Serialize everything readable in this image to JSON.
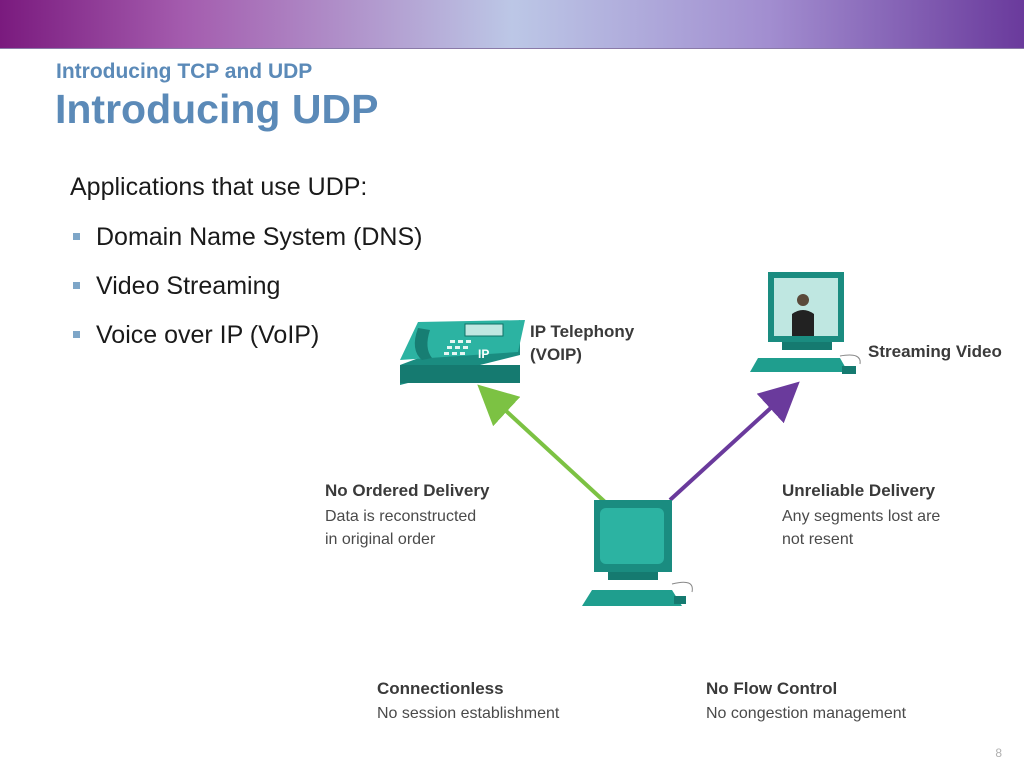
{
  "header": {
    "subtitle": "Introducing TCP and UDP",
    "title": "Introducing UDP"
  },
  "content": {
    "intro": "Applications that use UDP:",
    "bullets": [
      "Domain Name System (DNS)",
      "Video Streaming",
      "Voice over IP (VoIP)"
    ]
  },
  "diagram": {
    "phone_label_line1": "IP Telephony",
    "phone_label_line2": "(VOIP)",
    "phone_ip_badge": "IP",
    "video_label": "Streaming Video",
    "left_feature": {
      "title": "No Ordered Delivery",
      "line1": "Data is reconstructed",
      "line2": "in original order"
    },
    "right_feature": {
      "title": "Unreliable Delivery",
      "line1": "Any segments lost are",
      "line2": "not resent"
    },
    "bottom_left": {
      "title": "Connectionless",
      "line1": "No session establishment"
    },
    "bottom_right": {
      "title": "No Flow Control",
      "line1": "No congestion management"
    },
    "colors": {
      "green_arrow": "#7cc243",
      "purple_arrow": "#6a3a9c",
      "device_teal": "#1f9e8e"
    }
  },
  "footer": {
    "page_number": "8"
  }
}
